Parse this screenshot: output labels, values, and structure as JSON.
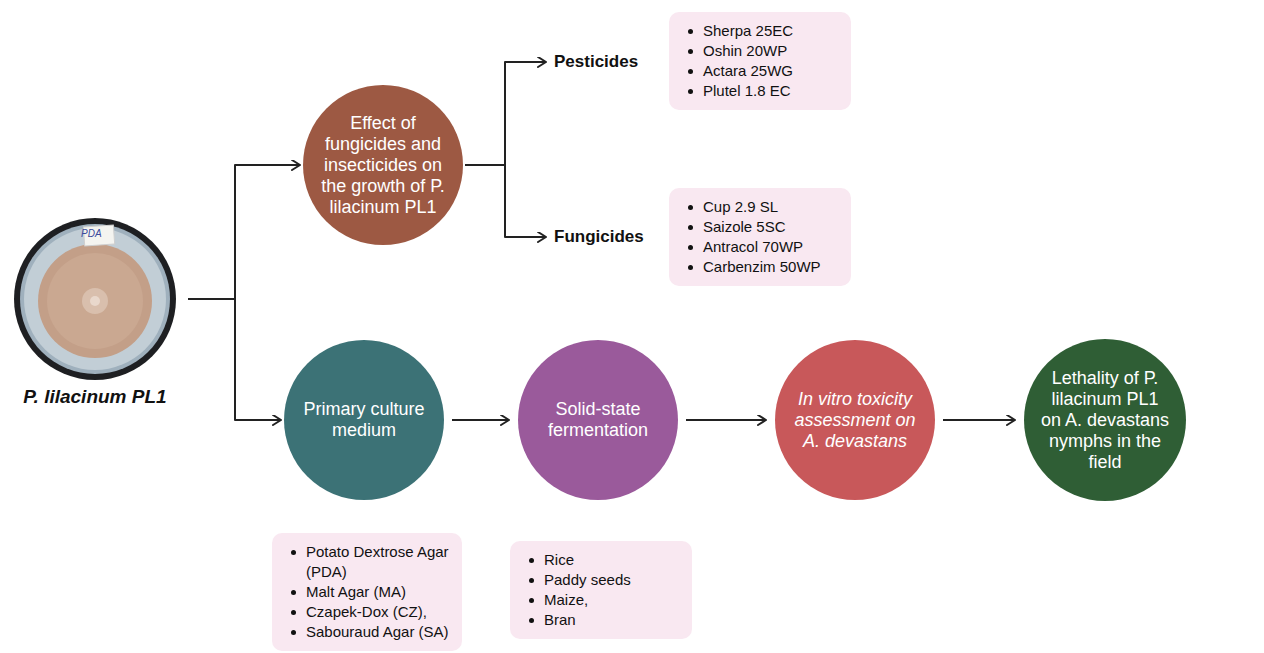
{
  "diagram": {
    "nodes": [
      {
        "text": [
          "P. lilacinum PL1"
        ]
      },
      {
        "text": [
          "Effect of fungicides and insecticides on the growth of P. lilacinum PL1"
        ]
      },
      {
        "text": [
          "Pesticides"
        ]
      },
      {
        "text": [
          "Sherpa 25EC",
          "Oshin 20WP",
          "Actara 25WG",
          "Plutel 1.8 EC"
        ]
      },
      {
        "text": [
          "Fungicides"
        ]
      },
      {
        "text": [
          "Cup 2.9 SL",
          "Saizole 5SC",
          "Antracol 70WP",
          "Carbenzim 50WP"
        ]
      },
      {
        "text": [
          "Primary culture medium"
        ]
      },
      {
        "text": [
          "Solid-state fermentation"
        ]
      },
      {
        "text": [
          "In vitro toxicity assessment on A. devastans"
        ]
      },
      {
        "text": [
          "Lethality of P. lilacinum PL1 on A. devastans nymphs in the field"
        ]
      },
      {
        "text": [
          "Potato Dextrose Agar (PDA)",
          "Malt Agar (MA)",
          "Czapek-Dox (CZ),",
          "Sabouraud Agar (SA)"
        ]
      },
      {
        "text": [
          "Rice",
          "Paddy seeds",
          "Maize,",
          "Bran"
        ]
      }
    ],
    "edges": [
      {
        "from": 0,
        "to": 1,
        "arrow": "to"
      },
      {
        "from": 0,
        "to": 6,
        "arrow": "to"
      },
      {
        "from": 1,
        "to": 2,
        "arrow": "to"
      },
      {
        "from": 1,
        "to": 4,
        "arrow": "to"
      },
      {
        "from": 6,
        "to": 7,
        "arrow": "to"
      },
      {
        "from": 7,
        "to": 8,
        "arrow": "to"
      },
      {
        "from": 8,
        "to": 9,
        "arrow": "to"
      }
    ],
    "labels": [
      "PDA"
    ]
  }
}
